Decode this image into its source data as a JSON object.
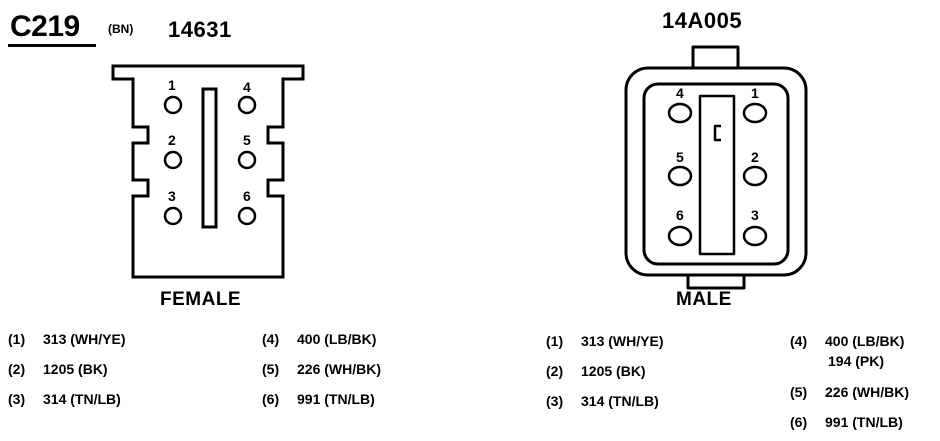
{
  "header": {
    "connector_id": "C219",
    "color_code": "(BN)",
    "female_part_number": "14631",
    "male_part_number": "14A005"
  },
  "female": {
    "label": "FEMALE",
    "cavity_numbers": [
      "1",
      "2",
      "3",
      "4",
      "5",
      "6"
    ],
    "pins": [
      {
        "num": "(1)",
        "wire": "313 (WH/YE)"
      },
      {
        "num": "(2)",
        "wire": "1205 (BK)"
      },
      {
        "num": "(3)",
        "wire": "314 (TN/LB)"
      },
      {
        "num": "(4)",
        "wire": "400 (LB/BK)"
      },
      {
        "num": "(5)",
        "wire": "226 (WH/BK)"
      },
      {
        "num": "(6)",
        "wire": "991 (TN/LB)"
      }
    ]
  },
  "male": {
    "label": "MALE",
    "cavity_numbers": [
      "4",
      "1",
      "5",
      "2",
      "6",
      "3"
    ],
    "pins": [
      {
        "num": "(1)",
        "wire": "313 (WH/YE)"
      },
      {
        "num": "(2)",
        "wire": "1205 (BK)"
      },
      {
        "num": "(3)",
        "wire": "314 (TN/LB)"
      },
      {
        "num": "(4)",
        "wire": "400 (LB/BK)",
        "wire2": "194 (PK)"
      },
      {
        "num": "(5)",
        "wire": "226 (WH/BK)"
      },
      {
        "num": "(6)",
        "wire": "991 (TN/LB)"
      }
    ]
  }
}
